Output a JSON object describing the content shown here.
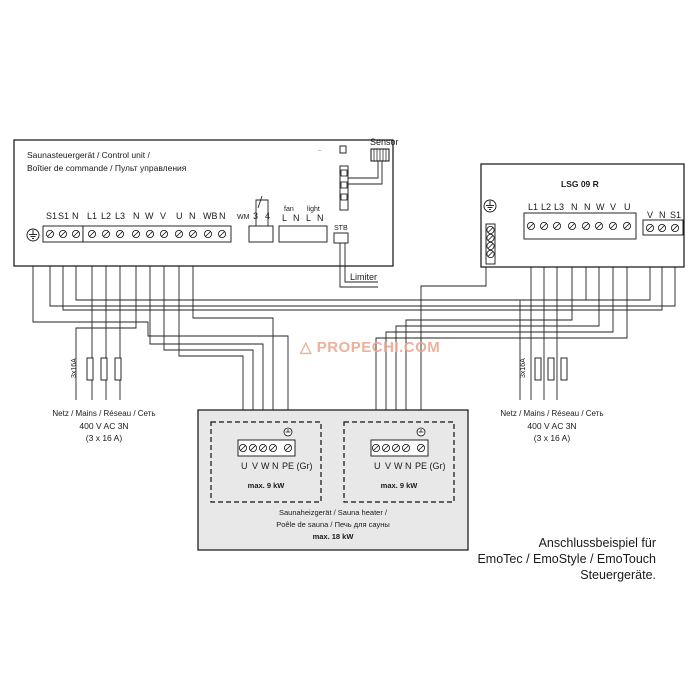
{
  "control_unit": {
    "title_line1": "Saunasteuergerät / Control unit /",
    "title_line2": "Boîtier de commande / Пульт управления",
    "terminals": [
      "S1",
      "S1",
      "N",
      "L1",
      "L2",
      "L3",
      "N",
      "W",
      "V",
      "U",
      "N",
      "WB",
      "N"
    ],
    "wm_terminals": [
      "WM",
      "3",
      "4"
    ],
    "fan_label": "fan",
    "light_label": "light",
    "fan_light_terminals": [
      "L",
      "N",
      "L",
      "N"
    ],
    "stb_label": "STB",
    "limiter_label": "Limiter"
  },
  "sensor_label": "Sensor",
  "lsg": {
    "title": "LSG 09 R",
    "terminals": [
      "L1",
      "L2",
      "L3",
      "N",
      "N",
      "W",
      "V",
      "U"
    ],
    "terminals_right": [
      "V",
      "N",
      "S1"
    ]
  },
  "mains_left": {
    "fuse_label": "3x16A",
    "line1": "Netz / Mains / Réseau / Сеть",
    "line2": "400 V AC 3N",
    "line3": "(3 x 16 A)"
  },
  "mains_right": {
    "fuse_label": "3x16A",
    "line1": "Netz / Mains / Réseau / Сеть",
    "line2": "400 V AC 3N",
    "line3": "(3 x 16 A)"
  },
  "heater": {
    "module_terminals": [
      "U",
      "V",
      "W",
      "N",
      "PE (Gr)"
    ],
    "module1_power": "max. 9 kW",
    "module2_power": "max. 9 kW",
    "title_line1": "Saunaheizgerät / Sauna heater /",
    "title_line2": "Poêle de sauna / Печь для сауны",
    "title_line3": "max. 18 kW"
  },
  "watermark": "PROPECHI.COM",
  "caption": {
    "line1": "Anschlussbeispiel für",
    "line2": "EmoTec / EmoStyle / EmoTouch",
    "line3": "Steuergeräte."
  },
  "colors": {
    "heater_fill": "#e8e8e8",
    "watermark": "#e8a48a"
  }
}
